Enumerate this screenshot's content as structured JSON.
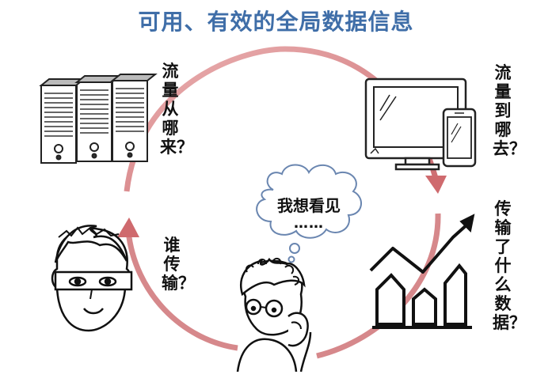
{
  "title": "可用、有效的全局数据信息",
  "questions": {
    "source": "流量从哪来？",
    "destination": "流量到哪去？",
    "who": "谁传输？",
    "what": "传输了什么数据？"
  },
  "thought_bubble": {
    "text": "我想看见",
    "ellipsis": "……"
  },
  "colors": {
    "title": "#3f6ea8",
    "cycle_arrow": "#d9777a"
  },
  "icons": [
    "server-rack-icon",
    "monitor-icon",
    "phone-icon",
    "masked-person-icon",
    "thinking-person-icon",
    "trend-chart-icon",
    "thought-bubble-icon"
  ]
}
